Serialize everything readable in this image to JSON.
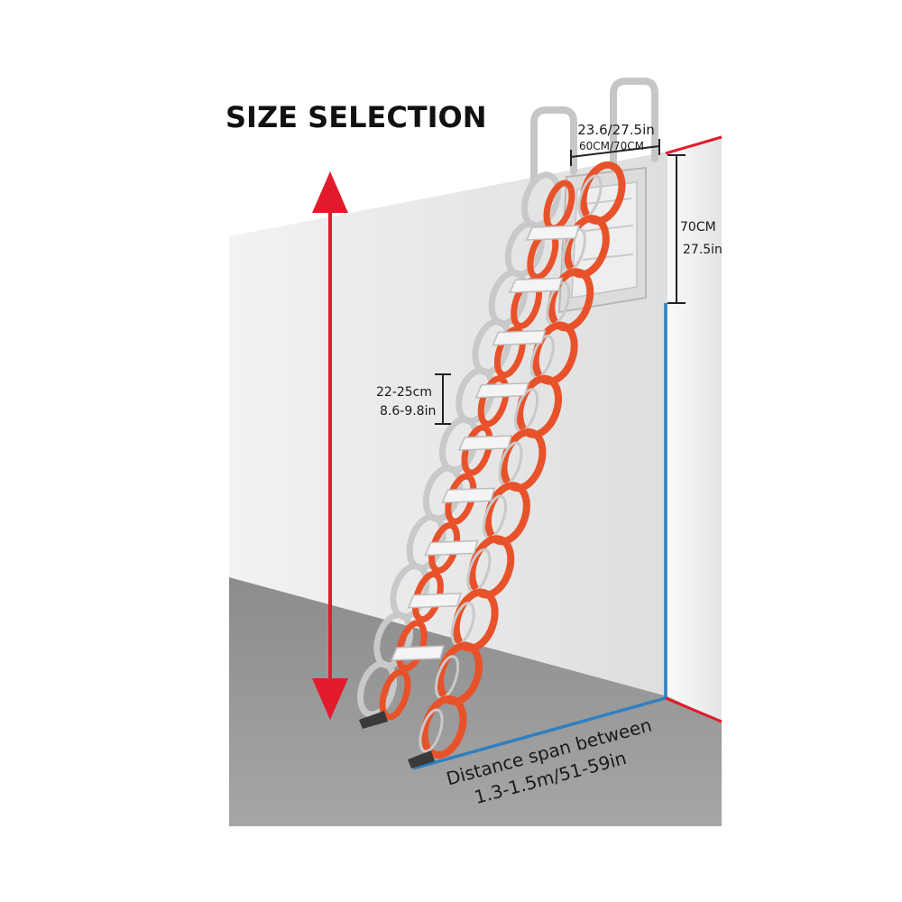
{
  "title": "SIZE SELECTION",
  "dimensions": {
    "width_in": "23.6/27.5in",
    "width_cm": "60CM/70CM",
    "mount_height_cm": "70CM",
    "mount_height_in": "27.5in",
    "step_spacing_cm": "22-25cm",
    "step_spacing_in": "8.6-9.8in",
    "span_line1": "Distance span between",
    "span_line2": "1.3-1.5m/51-59in"
  },
  "colors": {
    "accent_red": "#e21b2c",
    "accent_blue": "#2f7fc1",
    "ladder_orange": "#e8522a",
    "ladder_silver": "#c9c9c9",
    "wall": "#ececec",
    "floor": "#9b9b9b"
  }
}
